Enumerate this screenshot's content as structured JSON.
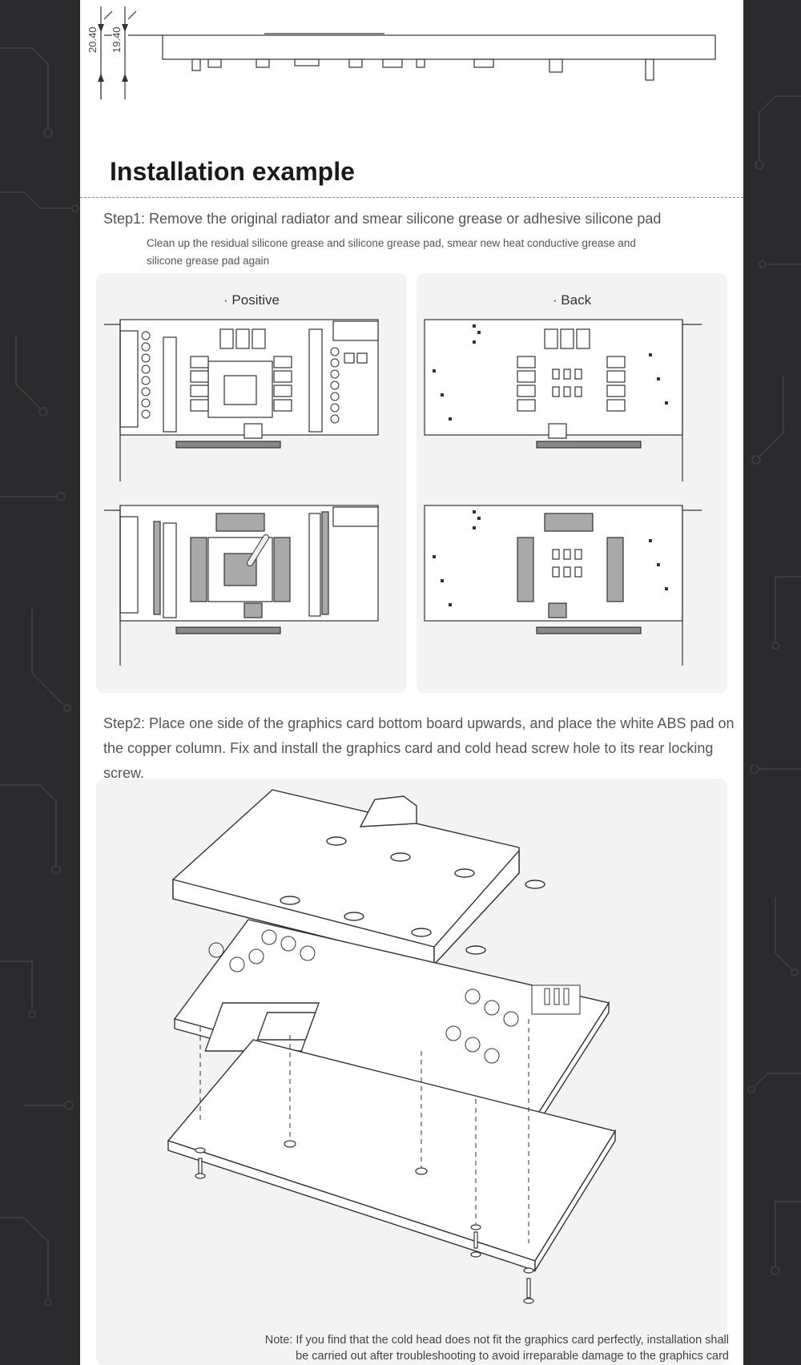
{
  "dimensions": {
    "outer": "20.40",
    "inner": "19.40"
  },
  "section": {
    "title": "Installation example"
  },
  "step1": {
    "title": "Step1: Remove the original radiator and smear silicone grease or adhesive silicone pad",
    "desc": "Clean up the residual silicone grease and silicone grease pad, smear new heat conductive grease and silicone grease pad again"
  },
  "panels": {
    "positive": "· Positive",
    "back": "· Back"
  },
  "step2": {
    "text": "Step2: Place one side of the graphics card bottom board upwards, and place the white ABS pad on the copper column. Fix and install the graphics card and cold head screw hole to its rear locking screw."
  },
  "note": {
    "line1": "Note: If you find that the cold head does not fit the graphics card perfectly, installation shall",
    "line2": "be carried out after troubleshooting to avoid irreparable damage to the graphics card"
  },
  "colors": {
    "background": "#2a2a2c",
    "page": "#ffffff",
    "panel": "#f3f3f3",
    "line": "#333333",
    "pad": "#a9a9a9"
  }
}
